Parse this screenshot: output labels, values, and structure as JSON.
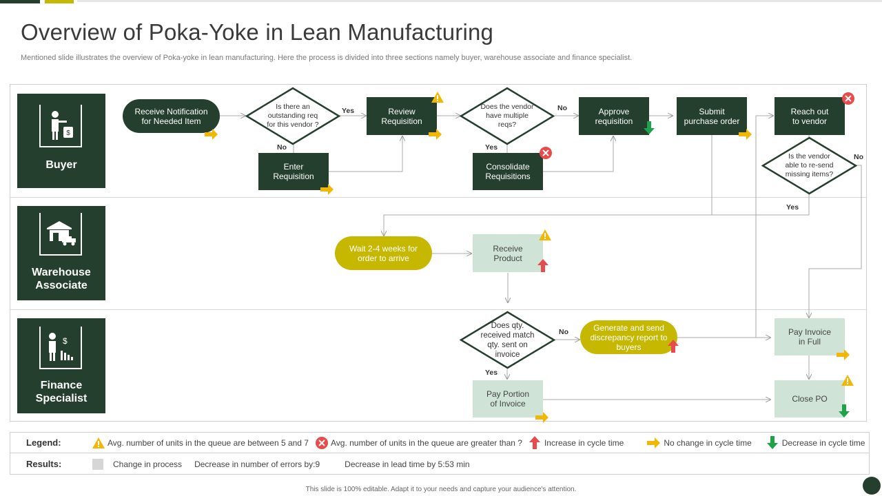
{
  "title": "Overview of Poka-Yoke in Lean Manufacturing",
  "subtitle": "Mentioned slide illustrates the overview of Poka-yoke in lean manufacturing. Here the process is divided into three sections namely buyer, warehouse associate and finance specialist.",
  "colors": {
    "dark_green": "#243f2e",
    "light_green": "#cfe3d6",
    "olive": "#c6b800",
    "warning": "#f2b705",
    "error": "#e84b4b",
    "up_arrow": "#e84b4b",
    "right_arrow": "#f2b705",
    "down_arrow": "#1fa34a"
  },
  "lanes": [
    {
      "label": "Buyer",
      "icon": "person-shopping-bag-icon"
    },
    {
      "label": "Warehouse Associate",
      "icon": "warehouse-truck-icon"
    },
    {
      "label": "Finance Specialist",
      "icon": "person-dollar-chart-icon"
    }
  ],
  "nodes": {
    "receive_notification": "Receive Notification for Needed Item",
    "outstanding_req": "Is there an outstanding req for this vendor ?",
    "enter_requisition": "Enter Requisition",
    "review_requisition": "Review Requisition",
    "vendor_multiple": "Does the vendor have multiple reqs?",
    "consolidate": "Consolidate Requisitions",
    "approve": "Approve requisition",
    "submit_po": "Submit purchase order",
    "reach_out": "Reach out to vendor",
    "resend": "Is the vendor able to re-send missing items?",
    "wait": "Wait 2-4 weeks for order to arrive",
    "receive_product": "Receive Product",
    "qty_match": "Does qty. received match qty. sent on invoice",
    "discrepancy": "Generate and send discrepancy report to buyers",
    "pay_full": "Pay Invoice in Full",
    "pay_portion": "Pay Portion of Invoice",
    "close_po": "Close PO"
  },
  "edge_labels": {
    "yes": "Yes",
    "no": "No"
  },
  "legend": {
    "label": "Legend:",
    "items": [
      {
        "icon": "warning-triangle-icon",
        "text": "Avg.  number of units in the queue are between 5 and 7"
      },
      {
        "icon": "error-circle-icon",
        "text": "Avg.  number of units in the queue are greater than ?"
      },
      {
        "icon": "up-arrow-icon",
        "text": "Increase in cycle time"
      },
      {
        "icon": "right-arrow-icon",
        "text": "No change in cycle time"
      },
      {
        "icon": "down-arrow-icon",
        "text": "Decrease in cycle time"
      }
    ]
  },
  "results": {
    "label": "Results:",
    "items": [
      "Change in process",
      "Decrease in number of errors by:9",
      "Decrease in lead time by 5:53 min"
    ]
  },
  "footer": "This slide is 100% editable. Adapt it to your needs and capture your audience's attention."
}
